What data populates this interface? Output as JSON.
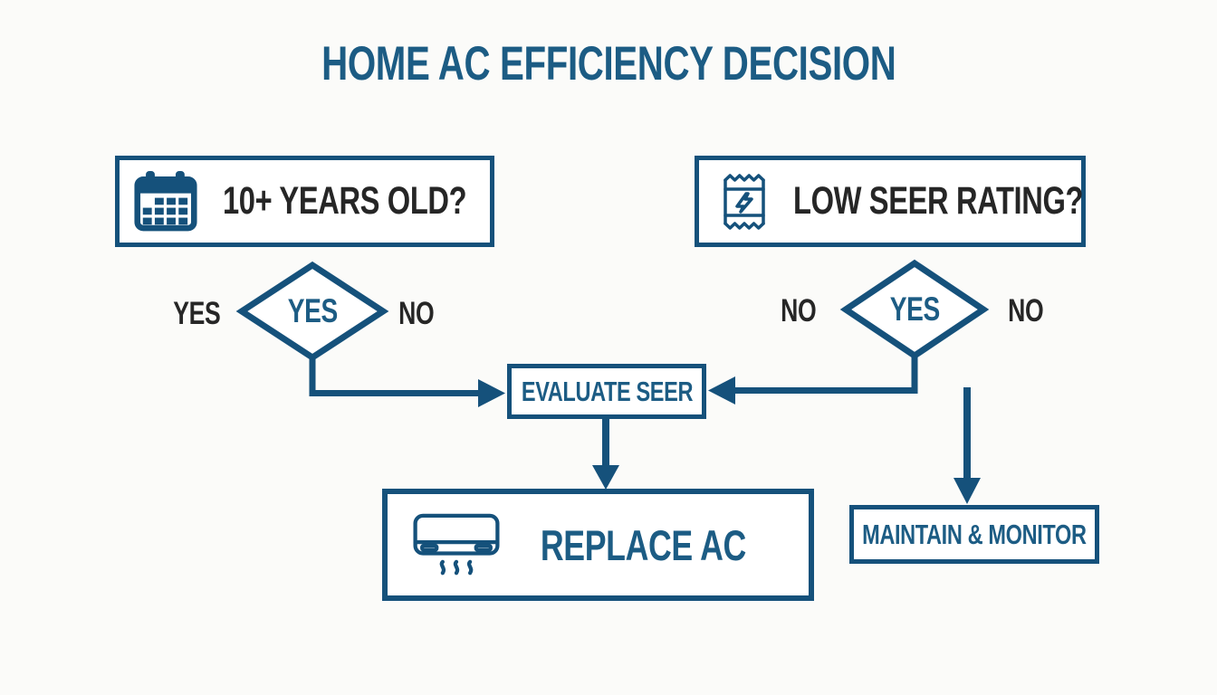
{
  "title": "HOME AC EFFICIENCY DECISION",
  "colors": {
    "primary_blue": "#15517b",
    "text_blue": "#1c5c84",
    "text_dark": "#262626",
    "background": "#fbfbf9",
    "node_background": "#ffffff"
  },
  "nodes": {
    "age_question": {
      "label": "10+ YEARS OLD?",
      "icon": "calendar-icon"
    },
    "seer_question": {
      "label": "LOW SEER RATING?",
      "icon": "energy-label-icon"
    },
    "age_decision": {
      "label": "YES",
      "left_branch_label": "YES",
      "right_branch_label": "NO"
    },
    "seer_decision": {
      "label": "YES",
      "left_branch_label": "NO",
      "right_branch_label": "NO"
    },
    "evaluate": {
      "label": "EVALUATE SEER"
    },
    "replace": {
      "label": "REPLACE AC",
      "icon": "ac-unit-icon"
    },
    "maintain": {
      "label": "MAINTAIN & MONITOR"
    }
  },
  "edges": [
    {
      "from": "age-decision",
      "to": "evaluate-seer"
    },
    {
      "from": "seer-decision",
      "to": "evaluate-seer"
    },
    {
      "from": "evaluate-seer",
      "to": "replace-ac"
    },
    {
      "from": "seer-decision",
      "to": "maintain-monitor"
    }
  ]
}
